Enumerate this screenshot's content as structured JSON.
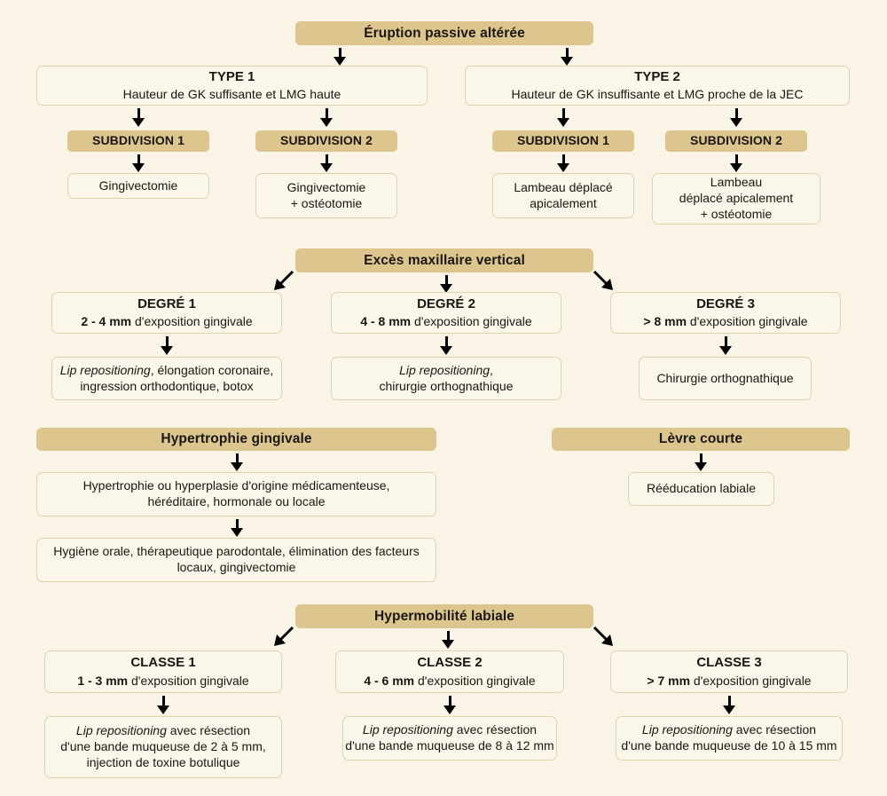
{
  "diagram": {
    "title": "Éruption passive altérée",
    "language": "fr"
  },
  "sections": {
    "eruption": {
      "header": "Éruption passive altérée",
      "branches": [
        {
          "title": "TYPE 1",
          "subtitle": "Hauteur de GK suffisante et LMG haute",
          "subdivisions": [
            {
              "label": "SUBDIVISION 1",
              "treatment": "Gingivectomie"
            },
            {
              "label": "SUBDIVISION 2",
              "treatment_line1": "Gingivectomie",
              "treatment_line2": "+ ostéotomie"
            }
          ]
        },
        {
          "title": "TYPE 2",
          "subtitle": "Hauteur de GK insuffisante et LMG proche de la JEC",
          "subdivisions": [
            {
              "label": "SUBDIVISION 1",
              "treatment_line1": "Lambeau déplacé",
              "treatment_line2": "apicalement"
            },
            {
              "label": "SUBDIVISION 2",
              "treatment_line1": "Lambeau",
              "treatment_line2": "déplacé apicalement",
              "treatment_line3": "+ ostéotomie"
            }
          ]
        }
      ]
    },
    "exces": {
      "header": "Excès maxillaire vertical",
      "degrees": [
        {
          "title": "DEGRÉ 1",
          "range": "2 - 4 mm",
          "range_suffix": " d'exposition gingivale",
          "treatment_italic": "Lip repositioning",
          "treatment_rest_line1": ", élongation coronaire,",
          "treatment_line2": "ingression orthodontique, botox"
        },
        {
          "title": "DEGRÉ 2",
          "range": "4 - 8 mm",
          "range_suffix": " d'exposition gingivale",
          "treatment_italic": "Lip repositioning",
          "treatment_rest_line1": ",",
          "treatment_line2": "chirurgie orthognathique"
        },
        {
          "title": "DEGRÉ 3",
          "range": "> 8 mm",
          "range_suffix": " d'exposition gingivale",
          "treatment_plain": "Chirurgie orthognathique"
        }
      ]
    },
    "hypertrophie": {
      "header": "Hypertrophie gingivale",
      "cause_line1": "Hypertrophie ou hyperplasie d'origine médicamenteuse,",
      "cause_line2": "héréditaire, hormonale ou locale",
      "treatment_line1": "Hygiène orale, thérapeutique parodontale, élimination des facteurs",
      "treatment_line2": "locaux, gingivectomie"
    },
    "levre": {
      "header": "Lèvre courte",
      "treatment": "Rééducation labiale"
    },
    "hypermobilite": {
      "header": "Hypermobilité labiale",
      "classes": [
        {
          "title": "CLASSE 1",
          "range": "1 - 3 mm",
          "range_suffix": " d'exposition gingivale",
          "treatment_italic": "Lip repositioning",
          "treatment_rest_line1": " avec résection",
          "treatment_line2": "d'une bande muqueuse de 2 à 5 mm,",
          "treatment_line3": "injection de toxine botulique"
        },
        {
          "title": "CLASSE 2",
          "range": "4 - 6 mm",
          "range_suffix": " d'exposition gingivale",
          "treatment_italic": "Lip repositioning",
          "treatment_rest_line1": " avec résection",
          "treatment_line2": "d'une bande muqueuse de 8 à 12 mm"
        },
        {
          "title": "CLASSE 3",
          "range": "> 7 mm",
          "range_suffix": " d'exposition gingivale",
          "treatment_italic": "Lip repositioning",
          "treatment_rest_line1": " avec résection",
          "treatment_line2": "d'une bande muqueuse de 10 à 15 mm"
        }
      ]
    }
  },
  "colors": {
    "background": "#faf4e6",
    "header_bar": "#dcc68e",
    "box_fill": "#fbf6ea",
    "box_border": "#e3d3ac",
    "text": "#1a1713",
    "arrow": "#000000"
  }
}
